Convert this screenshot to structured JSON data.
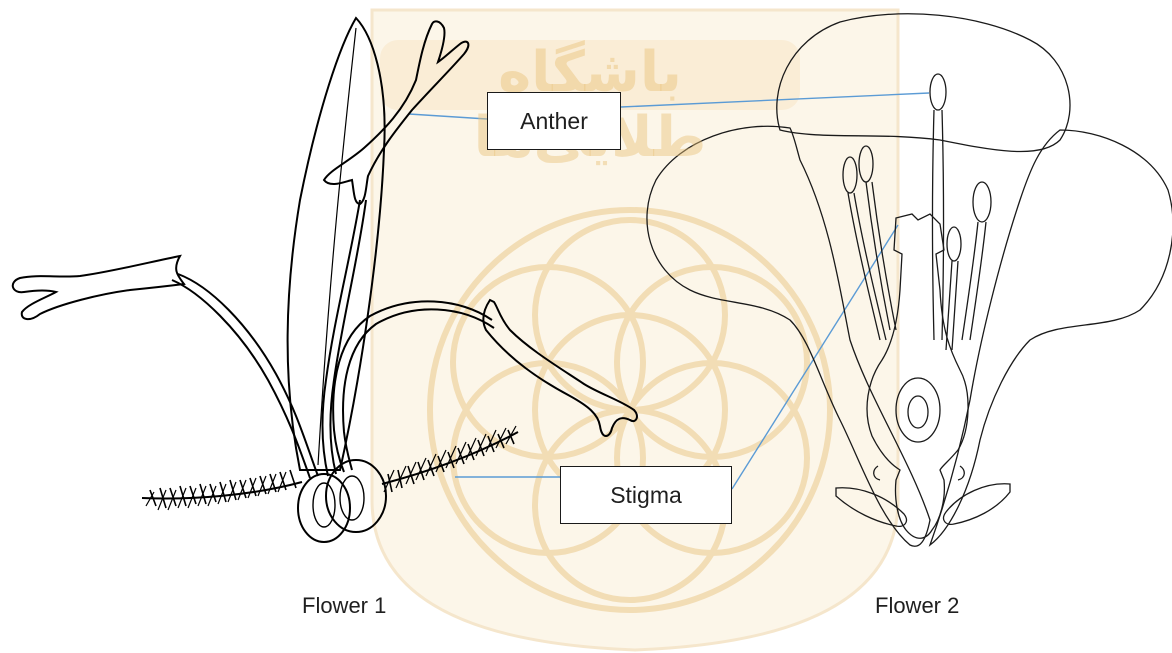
{
  "watermark": {
    "text": "باشگاه طلایی‌ها",
    "color": "#e9c178"
  },
  "labels": {
    "anther": "Anther",
    "stigma": "Stigma"
  },
  "captions": {
    "flower1": "Flower 1",
    "flower2": "Flower 2"
  },
  "colors": {
    "leader_line": "#5b9bd5",
    "outline": "#000000",
    "watermark_gold": "#e9c178"
  }
}
